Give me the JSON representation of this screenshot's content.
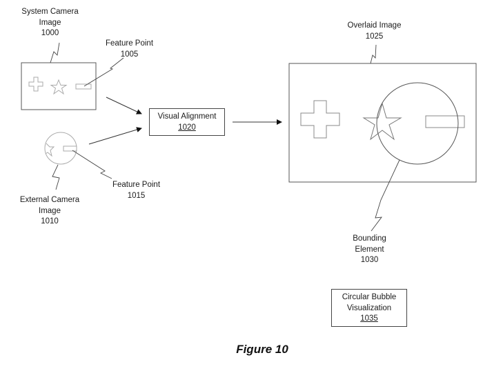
{
  "figure": {
    "caption": "Figure 10"
  },
  "labels": {
    "system_camera": {
      "line1": "System Camera",
      "line2": "Image",
      "ref": "1000"
    },
    "feature_point_1005": {
      "line1": "Feature Point",
      "ref": "1005"
    },
    "external_camera": {
      "line1": "External Camera",
      "line2": "Image",
      "ref": "1010"
    },
    "feature_point_1015": {
      "line1": "Feature Point",
      "ref": "1015"
    },
    "overlaid_image": {
      "line1": "Overlaid Image",
      "ref": "1025"
    },
    "bounding_element": {
      "line1": "Bounding",
      "line2": "Element",
      "ref": "1030"
    }
  },
  "boxes": {
    "visual_alignment": {
      "line1": "Visual Alignment",
      "ref": "1020"
    },
    "circular_bubble": {
      "line1": "Circular Bubble",
      "line2": "Visualization",
      "ref": "1035"
    }
  },
  "shapes": {
    "system_camera_features": [
      "cross",
      "star",
      "rectangle"
    ],
    "external_camera_features": [
      "partial-star",
      "rectangle"
    ],
    "overlaid_features": [
      "cross",
      "star",
      "rectangle",
      "bounding-circle"
    ]
  },
  "colors": {
    "line": "#444444",
    "faint_line": "#9a9a9a",
    "background": "#ffffff"
  }
}
